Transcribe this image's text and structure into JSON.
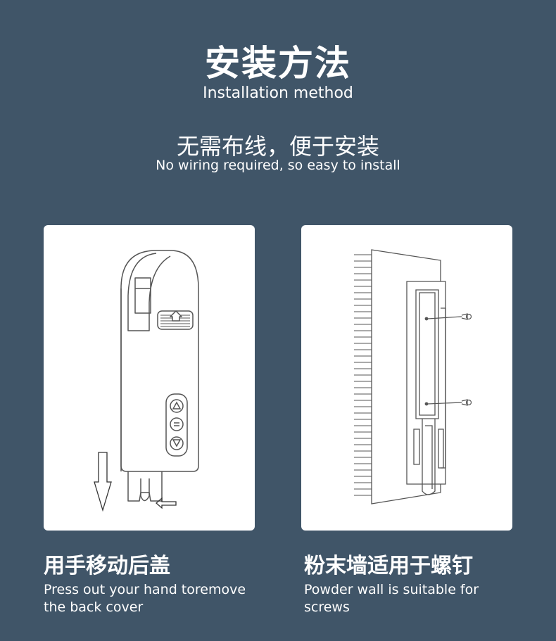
{
  "header": {
    "title_cn": "安装方法",
    "title_en": "Installation method",
    "subtitle_cn": "无需布线，便于安装",
    "subtitle_en": "No wiring required, so easy to install"
  },
  "steps": [
    {
      "caption_cn": "用手移动后盖",
      "caption_en_line1": "Press out your hand toremove",
      "caption_en_line2": "the back cover"
    },
    {
      "caption_cn": "粉末墙适用于螺钉",
      "caption_en_line1": "Powder wall is suitable for",
      "caption_en_line2": "screws"
    }
  ],
  "icons": [
    "up-arrow-icon",
    "stop-icon",
    "down-arrow-icon",
    "arrow-down-icon",
    "pointer-arrow-icon",
    "screw-icon"
  ],
  "colors": {
    "background": "#405568",
    "card": "#ffffff",
    "line": "#555555"
  }
}
